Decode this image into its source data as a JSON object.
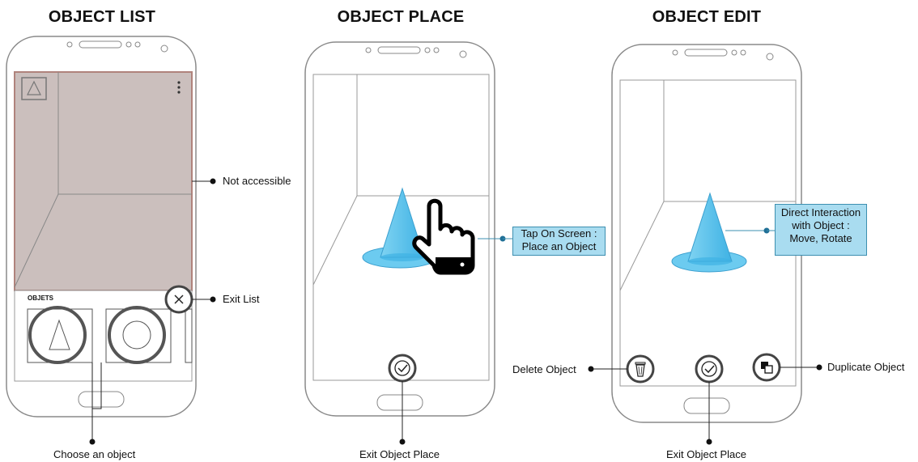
{
  "panels": [
    {
      "title": "OBJECT LIST"
    },
    {
      "title": "OBJECT PLACE"
    },
    {
      "title": "OBJECT EDIT"
    }
  ],
  "list": {
    "objets_label": "OBJETS",
    "annotations": {
      "not_accessible": "Not accessible",
      "exit_list": "Exit List",
      "choose_object": "Choose an object"
    }
  },
  "place": {
    "callout": [
      "Tap On Screen :",
      "Place an Object"
    ],
    "exit_label": "Exit Object Place"
  },
  "edit": {
    "callout": [
      "Direct Interaction",
      "with Object :",
      "Move, Rotate"
    ],
    "delete_label": "Delete Object",
    "duplicate_label": "Duplicate Object",
    "exit_label": "Exit Object Place"
  },
  "colors": {
    "overlay": "#cbbfbd",
    "overlay_border": "#b0837c",
    "callout_bg": "#a9dcf0",
    "cone": "#5ec4ec",
    "line": "#555555"
  }
}
